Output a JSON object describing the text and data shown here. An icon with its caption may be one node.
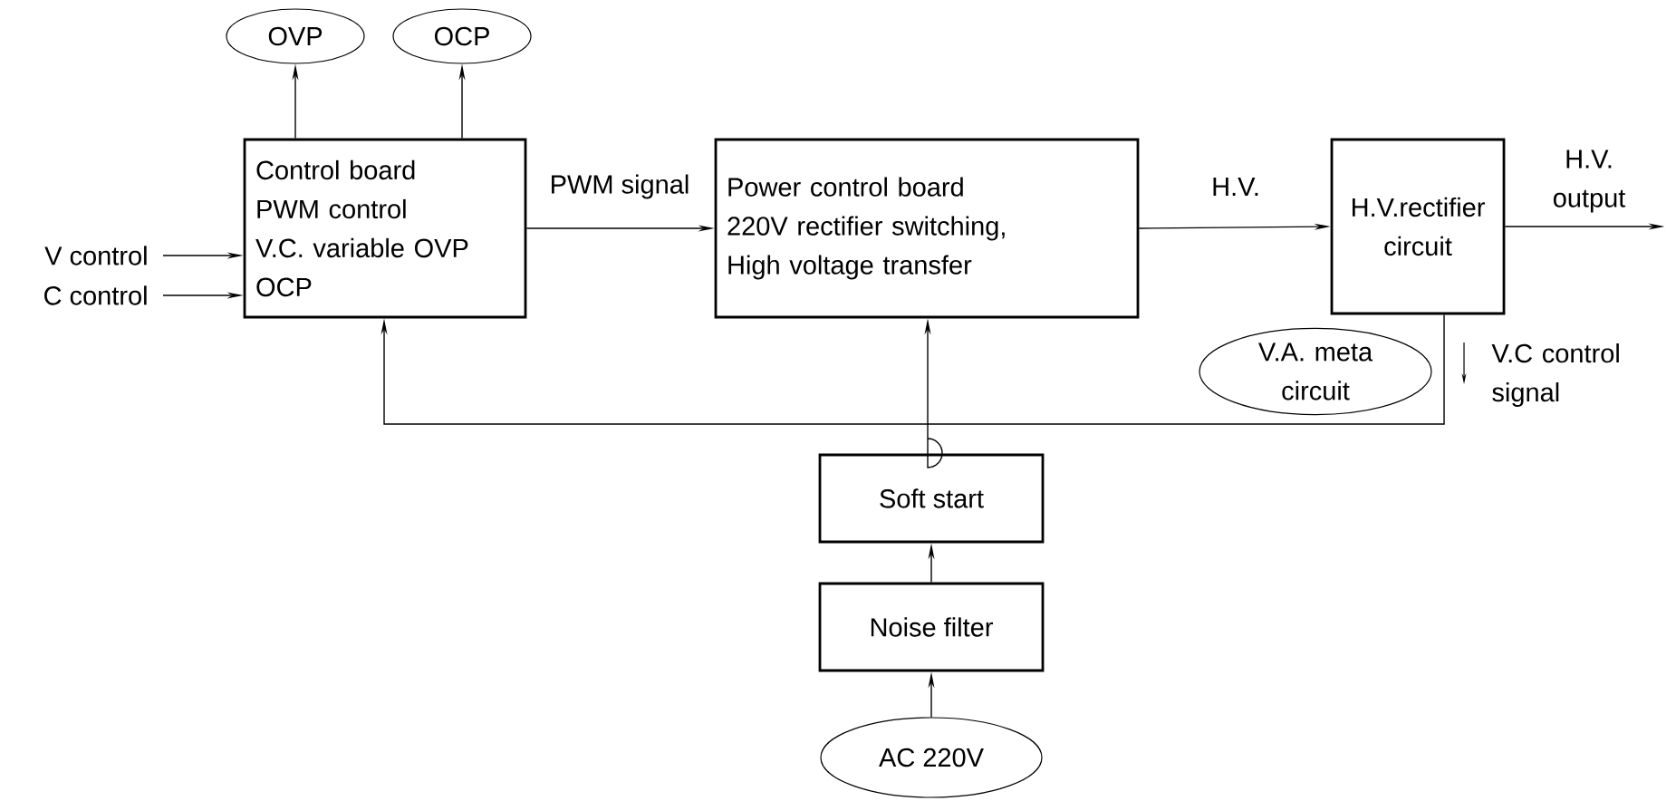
{
  "diagram": {
    "nodes": [
      {
        "text": [
          "OVP"
        ]
      },
      {
        "text": [
          "OCP"
        ]
      },
      {
        "text": [
          "V control"
        ]
      },
      {
        "text": [
          "C control"
        ]
      },
      {
        "text": [
          "Control board",
          "PWM control",
          "V.C. variable OVP",
          "OCP"
        ]
      },
      {
        "text": [
          "Power control board",
          "220V rectifier switching,",
          "High voltage transfer"
        ]
      },
      {
        "text": [
          "H.V.rectifier circuit"
        ]
      },
      {
        "text": [
          "V.A. meta circuit"
        ]
      },
      {
        "text": [
          "Soft start"
        ]
      },
      {
        "text": [
          "Noise filter"
        ]
      },
      {
        "text": [
          "AC 220V"
        ]
      }
    ],
    "edges": [
      {
        "from": 4,
        "to": 0,
        "arrow": "to"
      },
      {
        "from": 4,
        "to": 1,
        "arrow": "to"
      },
      {
        "from": 2,
        "to": 4,
        "arrow": "to"
      },
      {
        "from": 3,
        "to": 4,
        "arrow": "to"
      },
      {
        "from": 4,
        "to": 5,
        "arrow": "to",
        "label": "PWM signal"
      },
      {
        "from": 5,
        "to": 6,
        "arrow": "to",
        "label": "H.V."
      },
      {
        "from": 6,
        "to": null,
        "arrow": "to",
        "label": "H.V. output"
      },
      {
        "from": 6,
        "to": 4,
        "arrow": "to"
      },
      {
        "from": 8,
        "to": 5,
        "arrow": "to"
      },
      {
        "from": 9,
        "to": 8,
        "arrow": "to"
      },
      {
        "from": 10,
        "to": 9,
        "arrow": "to"
      }
    ],
    "labels": [
      "V.C control signal"
    ]
  }
}
